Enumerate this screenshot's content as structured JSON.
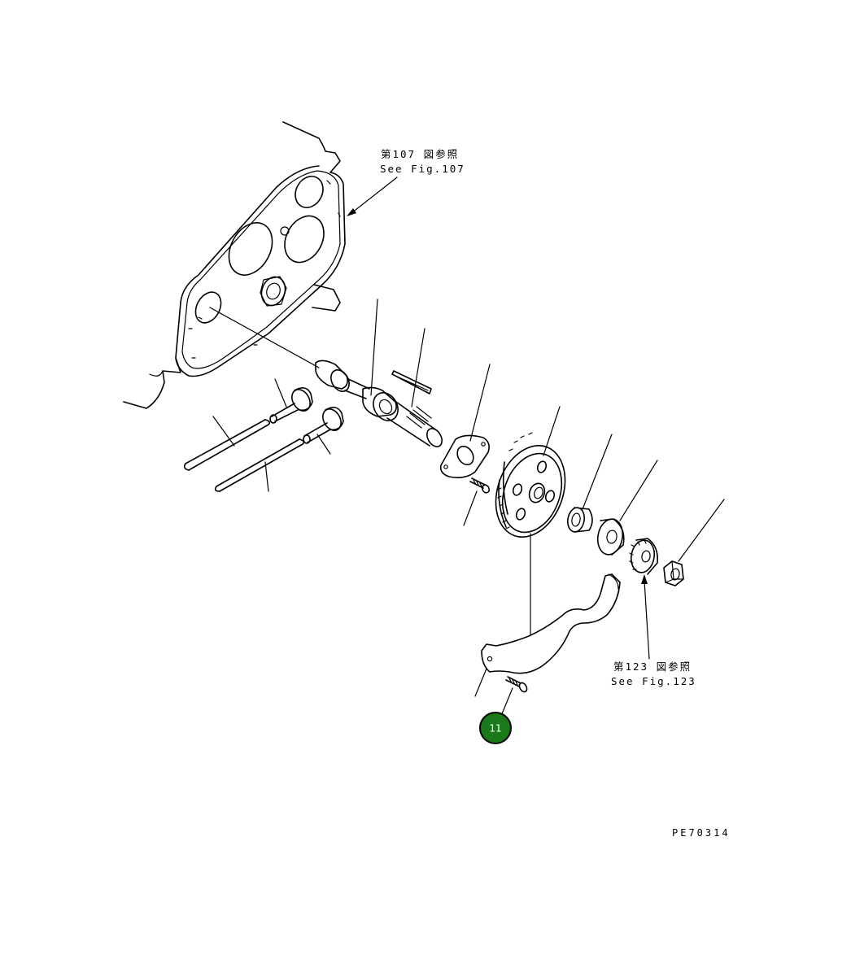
{
  "ref_top": {
    "jp": "第107 図参照",
    "en": "See Fig.107"
  },
  "ref_bottom": {
    "jp": "第123 図参照",
    "en": "See Fig.123"
  },
  "callout": {
    "number": "11",
    "fill": "#1a7a1a",
    "border": "#000000"
  },
  "drawing_code": "PE70314"
}
